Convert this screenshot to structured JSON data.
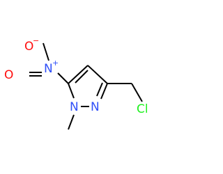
{
  "molecule": {
    "atoms": {
      "nitro_o_top": {
        "symbol": "O",
        "charge": "−",
        "color": "#ff0d0d"
      },
      "nitro_n": {
        "symbol": "N",
        "charge": "+",
        "color": "#3050f8"
      },
      "nitro_o_left": {
        "symbol": "O",
        "color": "#ff0d0d"
      },
      "ring_n1": {
        "symbol": "N",
        "color": "#3050f8"
      },
      "ring_n2": {
        "symbol": "N",
        "color": "#3050f8"
      },
      "chlorine": {
        "symbol": "Cl",
        "color": "#1ff01f"
      }
    }
  }
}
